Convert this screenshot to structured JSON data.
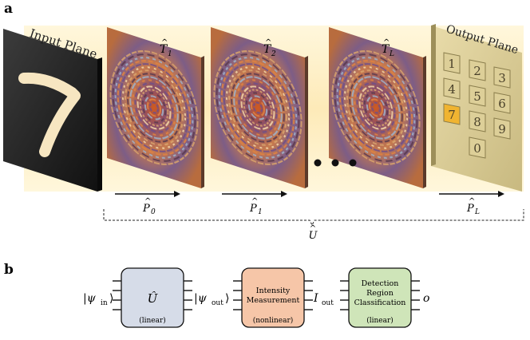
{
  "panel_a": {
    "label": "a",
    "input_plane": {
      "label": "Input Plane",
      "digit": "7"
    },
    "output_plane": {
      "label": "Output Plane",
      "keys": [
        "1",
        "2",
        "3",
        "4",
        "5",
        "6",
        "7",
        "8",
        "9",
        "0"
      ],
      "highlighted_key": "7"
    },
    "modulators": [
      {
        "symbol": "T",
        "hat": "^",
        "sub": "1"
      },
      {
        "symbol": "T",
        "hat": "^",
        "sub": "2"
      },
      {
        "symbol": "T",
        "hat": "^",
        "sub": "L"
      }
    ],
    "ellipsis": "• • •",
    "propagations": [
      {
        "symbol": "P",
        "hat": "^",
        "sub": "0"
      },
      {
        "symbol": "P",
        "hat": "^",
        "sub": "1"
      },
      {
        "symbol": "P",
        "hat": "^",
        "sub": "L"
      }
    ],
    "total_operator": {
      "symbol": "U",
      "hat": "^"
    }
  },
  "panel_b": {
    "label": "b",
    "input_state": "|ψ",
    "input_state_sub": "in",
    "input_state_close": "⟩",
    "mid_state": "|ψ",
    "mid_state_sub": "out",
    "mid_state_close": "⟩",
    "intensity_symbol": "I",
    "intensity_sub": "out",
    "output_symbol": "o",
    "blocks": [
      {
        "title": "Û",
        "lines": [],
        "note": "(linear)",
        "color": "#d6dce8"
      },
      {
        "title": "",
        "lines": [
          "Intensity",
          "Measurement"
        ],
        "note": "(nonlinear)",
        "color": "#f6c6a8"
      },
      {
        "title": "",
        "lines": [
          "Detection",
          "Region",
          "Classification"
        ],
        "note": "(linear)",
        "color": "#cfe5b9"
      }
    ]
  }
}
